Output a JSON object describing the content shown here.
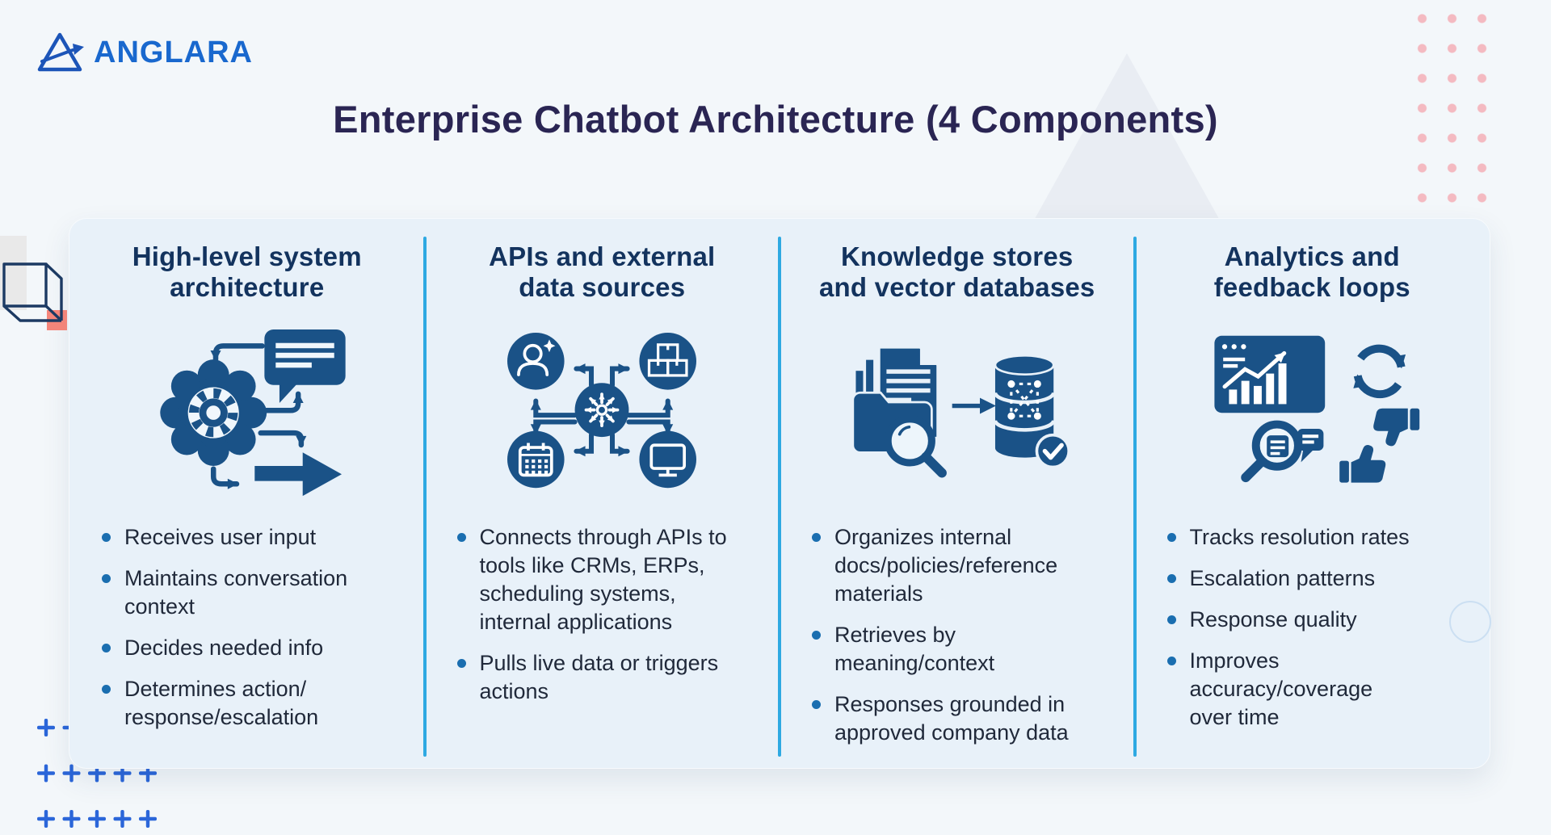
{
  "logo": {
    "text": "ANGLARA"
  },
  "title": "Enterprise Chatbot Architecture (4 Components)",
  "colors": {
    "page_bg": "#F3F7FA",
    "card_bg": "#E8F1F9",
    "divider": "#2EA9E2",
    "icon_blue": "#1A5287",
    "column_heading": "#13335E",
    "title_color": "#2A2553",
    "body_text": "#20293A",
    "bullet_dot": "#1A6EB0",
    "logo_blue": "#1968CE"
  },
  "columns": [
    {
      "title": "High-level system architecture",
      "lines": [
        "High-level system",
        "architecture"
      ],
      "icon": "brain-gear-chat-icon",
      "bullets": [
        "Receives user input",
        "Maintains conversation\ncontext",
        "Decides needed info",
        "Determines action/\nresponse/escalation"
      ]
    },
    {
      "title": "APIs and external data sources",
      "lines": [
        "APIs and external",
        "data sources"
      ],
      "icon": "hub-spoke-integrations-icon",
      "bullets": [
        "Connects through APIs to\ntools like CRMs, ERPs,\nscheduling systems,\ninternal applications",
        "Pulls live data or triggers\nactions"
      ]
    },
    {
      "title": "Knowledge stores and vector databases",
      "lines": [
        "Knowledge stores",
        "and vector databases"
      ],
      "icon": "docs-to-vector-db-icon",
      "bullets": [
        "Organizes internal\ndocs/policies/reference\nmaterials",
        "Retrieves by\nmeaning/context",
        "Responses grounded in\napproved company data"
      ]
    },
    {
      "title": "Analytics and feedback loops",
      "lines": [
        "Analytics and",
        "feedback loops"
      ],
      "icon": "analytics-feedback-icon",
      "bullets": [
        "Tracks resolution rates",
        "Escalation patterns",
        "Response quality",
        "Improves\naccuracy/coverage\nover time"
      ]
    }
  ],
  "decorations": {
    "pink_dot_grid": {
      "rows": 8,
      "cols": 3,
      "color": "#F4BAC1"
    },
    "plus_grid": {
      "rows": 3,
      "cols": 5,
      "color": "#2B66D9"
    },
    "cube_outline": {
      "color": "#1C3A63"
    },
    "red_square": {
      "color": "#F4796B"
    },
    "gray_rectangle": {
      "color": "#E9E9E9"
    },
    "background_triangle": {
      "color": "#E9EDF3"
    },
    "faint_circle": {
      "color": "#CBDFF2"
    }
  }
}
